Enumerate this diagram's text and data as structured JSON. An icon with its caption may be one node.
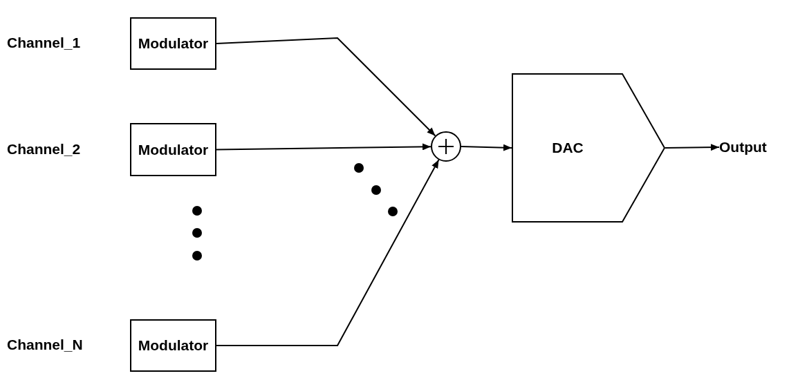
{
  "diagram": {
    "nodes": [
      {
        "text": [
          "Modulator"
        ],
        "beside": [
          "Channel_1"
        ]
      },
      {
        "text": [
          "Modulator"
        ],
        "beside": [
          "Channel_2"
        ]
      },
      {
        "text": [
          "Modulator"
        ],
        "beside": [
          "Channel_N"
        ]
      },
      {
        "text": [],
        "shape": "circle"
      },
      {
        "text": [
          "DAC"
        ]
      },
      {
        "text": [
          "Output"
        ]
      }
    ],
    "edges": [
      {
        "from": 0,
        "to": 3,
        "arrow": "to"
      },
      {
        "from": 1,
        "to": 3,
        "arrow": "to"
      },
      {
        "from": 2,
        "to": 3,
        "arrow": "to"
      },
      {
        "from": 3,
        "to": 4,
        "arrow": "to"
      },
      {
        "from": 4,
        "to": 5,
        "arrow": "to"
      }
    ]
  }
}
